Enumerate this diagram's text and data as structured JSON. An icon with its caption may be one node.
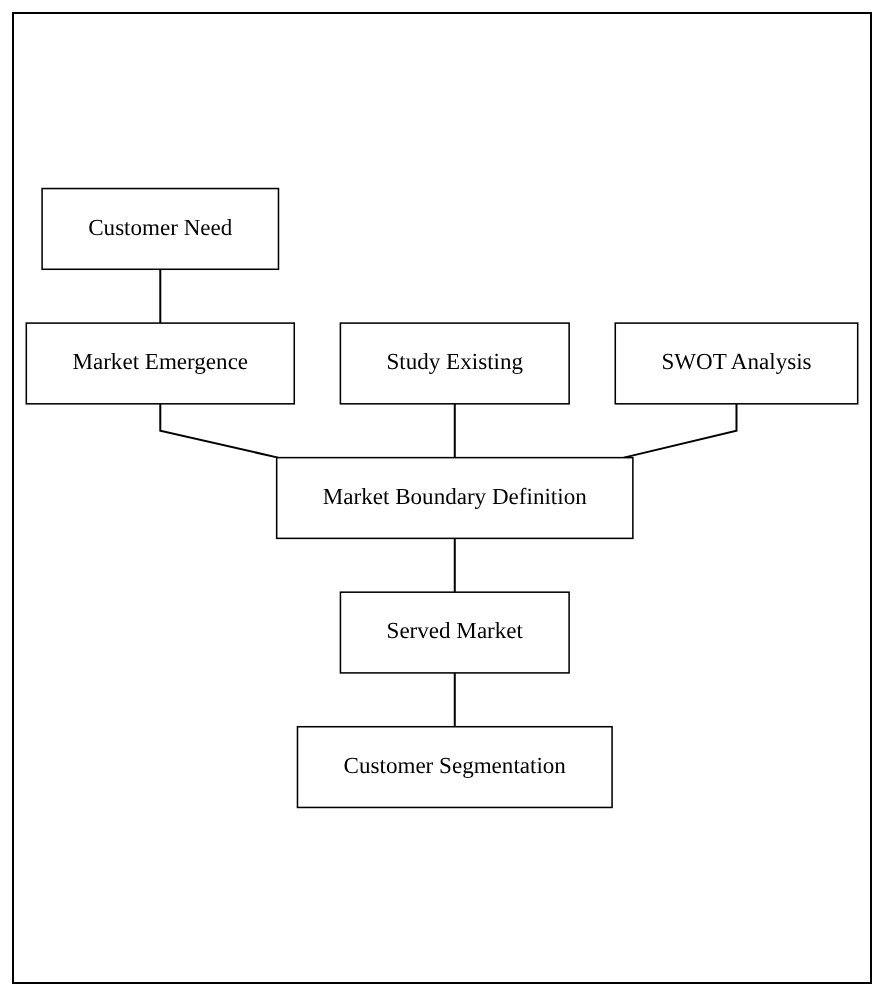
{
  "diagram": {
    "nodes": [
      {
        "text": [
          "Customer Need"
        ]
      },
      {
        "text": [
          "Market Emergence"
        ]
      },
      {
        "text": [
          "Study Existing"
        ]
      },
      {
        "text": [
          "Market Boundary Definition"
        ]
      },
      {
        "text": [
          "SWOT Analysis"
        ]
      },
      {
        "text": [
          "Served Market"
        ]
      },
      {
        "text": [
          "Customer Segmentation"
        ]
      }
    ],
    "edges": [
      {
        "from": 0,
        "to": 1,
        "arrow": "none"
      },
      {
        "from": 1,
        "to": 3,
        "arrow": "none"
      },
      {
        "from": 2,
        "to": 3,
        "arrow": "none"
      },
      {
        "from": 4,
        "to": 3,
        "arrow": "none"
      },
      {
        "from": 3,
        "to": 5,
        "arrow": "none"
      },
      {
        "from": 5,
        "to": 6,
        "arrow": "none"
      }
    ]
  }
}
